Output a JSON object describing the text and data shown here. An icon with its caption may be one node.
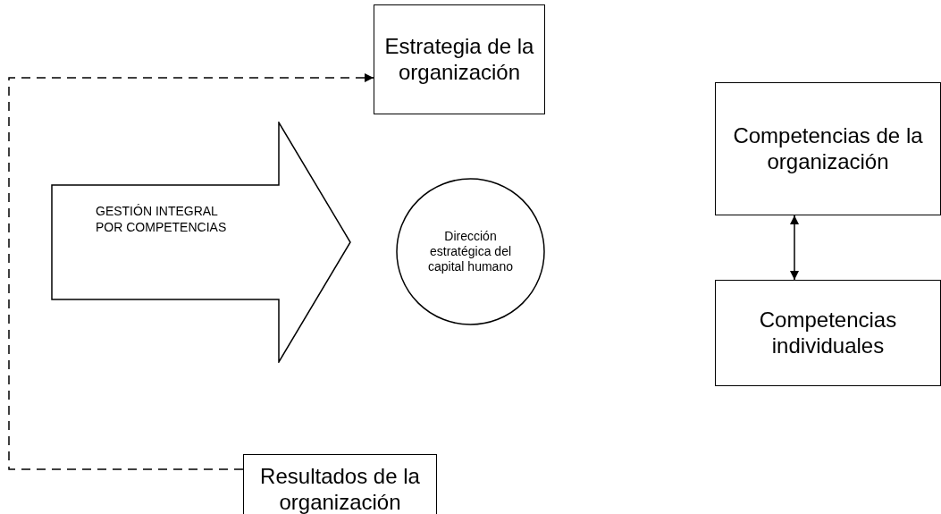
{
  "diagram": {
    "nodes": [
      {
        "text": [
          "Estrategia de la organización"
        ]
      },
      {
        "text": [
          "GESTIÓN INTEGRAL POR COMPETENCIAS"
        ]
      },
      {
        "text": [
          "Dirección estratégica del capital humano"
        ]
      },
      {
        "text": [
          "Competencias de la organización"
        ]
      },
      {
        "text": [
          "Competencias individuales"
        ]
      },
      {
        "text": [
          "Resultados de la organización"
        ]
      }
    ],
    "edges": [
      {
        "from": 5,
        "to": 0,
        "arrow": "to",
        "style": "dashed"
      },
      {
        "from": 3,
        "to": 4,
        "arrow": "both"
      }
    ]
  }
}
